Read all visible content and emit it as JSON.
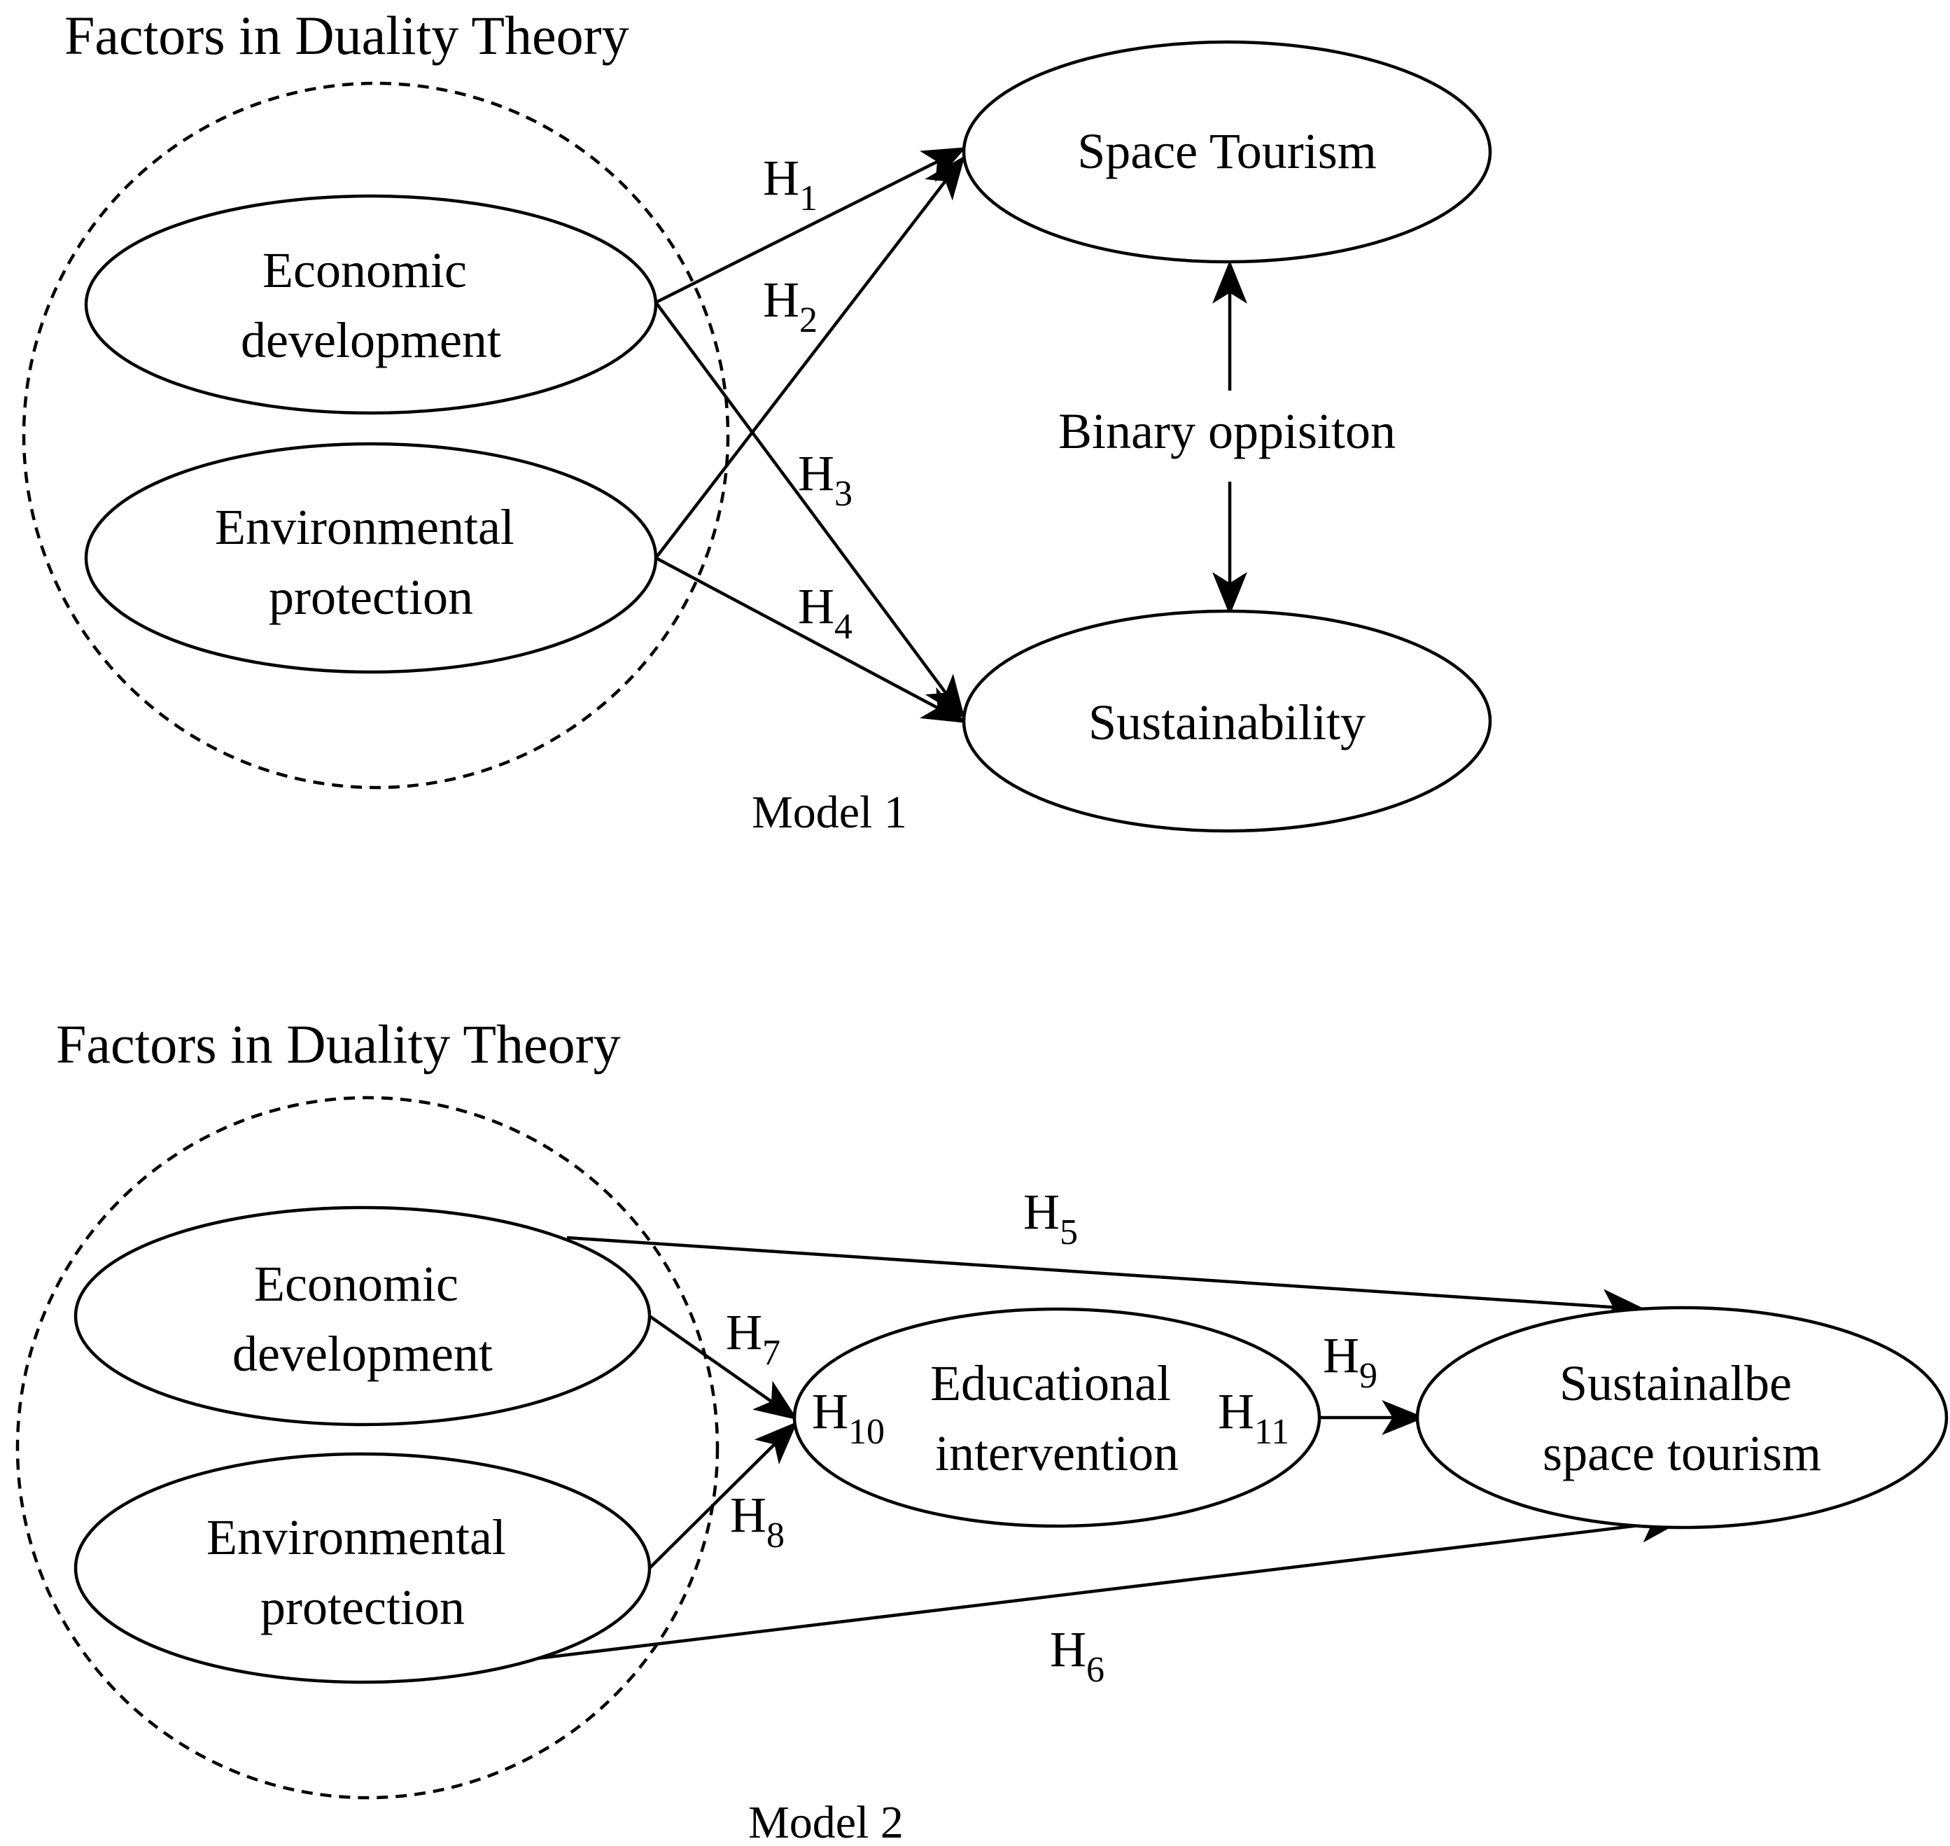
{
  "model1": {
    "group_title": "Factors in Duality Theory",
    "caption": "Model 1",
    "nodes": {
      "economic": [
        "Economic",
        "development"
      ],
      "environmental": [
        "Environmental",
        "protection"
      ],
      "space_tourism": "Space Tourism",
      "sustainability": "Sustainability"
    },
    "relation_label": "Binary oppisiton",
    "hypotheses": {
      "h1": {
        "letter": "H",
        "sub": "1"
      },
      "h2": {
        "letter": "H",
        "sub": "2"
      },
      "h3": {
        "letter": "H",
        "sub": "3"
      },
      "h4": {
        "letter": "H",
        "sub": "4"
      }
    }
  },
  "model2": {
    "group_title": "Factors in Duality Theory",
    "caption": "Model 2",
    "nodes": {
      "economic": [
        "Economic",
        "development"
      ],
      "environmental": [
        "Environmental",
        "protection"
      ],
      "educational": [
        "Educational",
        "intervention"
      ],
      "sustainable_space_tourism": [
        "Sustainalbe",
        "space tourism"
      ]
    },
    "hypotheses": {
      "h5": {
        "letter": "H",
        "sub": "5"
      },
      "h6": {
        "letter": "H",
        "sub": "6"
      },
      "h7": {
        "letter": "H",
        "sub": "7"
      },
      "h8": {
        "letter": "H",
        "sub": "8"
      },
      "h9": {
        "letter": "H",
        "sub": "9"
      },
      "h10": {
        "letter": "H",
        "sub": "10"
      },
      "h11": {
        "letter": "H",
        "sub": "11"
      }
    }
  }
}
